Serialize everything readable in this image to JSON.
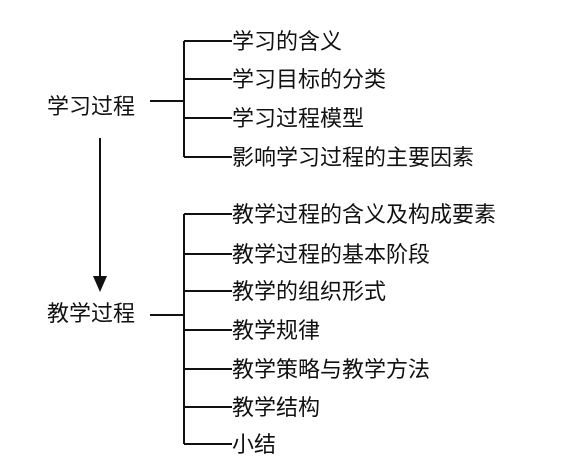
{
  "learning_process": {
    "title": "学习过程",
    "items": [
      "学习的含义",
      "学习目标的分类",
      "学习过程模型",
      "影响学习过程的主要因素"
    ]
  },
  "teaching_process": {
    "title": "教学过程",
    "items": [
      "教学过程的含义及构成要素",
      "教学过程的基本阶段",
      "教学的组织形式",
      "教学规律",
      "教学策略与教学方法",
      "教学结构",
      "小结"
    ]
  }
}
